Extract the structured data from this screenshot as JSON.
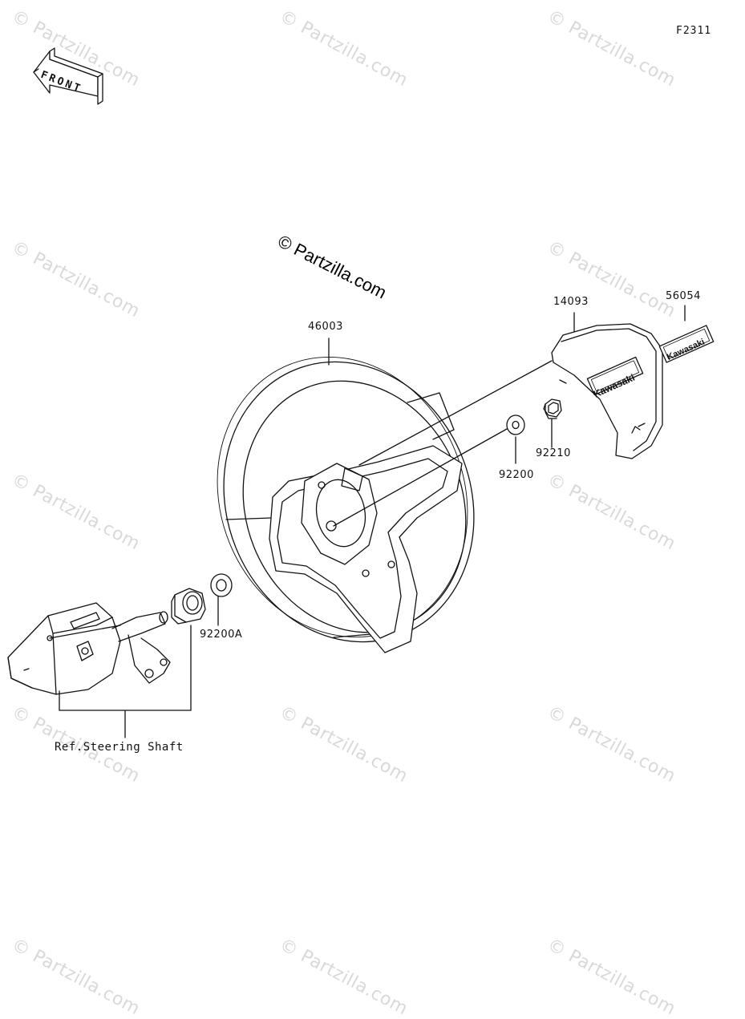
{
  "diagram_code": "F2311",
  "front_label": "FRONT",
  "watermark_text": "© Partzilla.com",
  "center_watermark": "© Partzilla.com",
  "parts": {
    "steering_wheel": "46003",
    "cover": "14093",
    "emblem": "56054",
    "nut": "92210",
    "washer": "92200",
    "washer_a": "92200A"
  },
  "emblem_text": "Kawasaki",
  "ref_label": "Ref.Steering Shaft",
  "colors": {
    "line": "#111111",
    "watermark": "#d9d9d9"
  }
}
